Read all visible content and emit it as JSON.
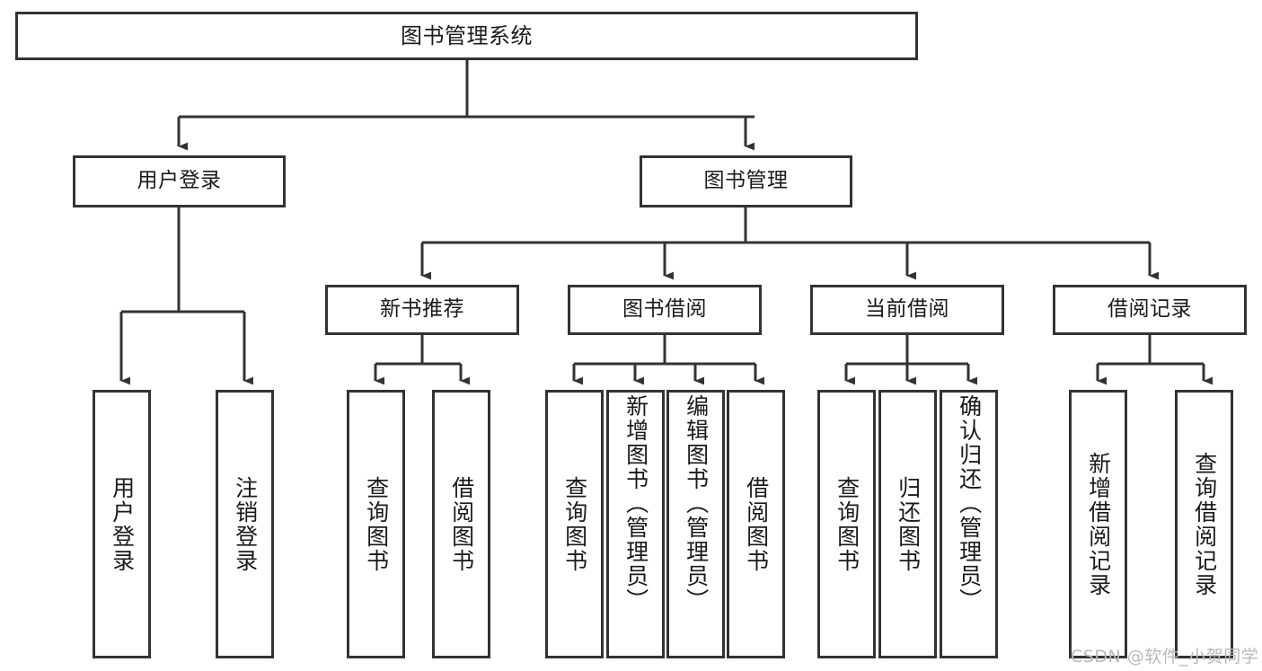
{
  "diagram": {
    "title": "图书管理系统",
    "type": "hierarchy-tree",
    "root": {
      "id": "root",
      "label": "图书管理系统"
    },
    "level2": [
      {
        "id": "user-login",
        "label": "用户登录"
      },
      {
        "id": "book-management",
        "label": "图书管理"
      }
    ],
    "level3": [
      {
        "id": "new-book-recommend",
        "label": "新书推荐",
        "parent": "book-management"
      },
      {
        "id": "book-borrow",
        "label": "图书借阅",
        "parent": "book-management"
      },
      {
        "id": "current-borrow",
        "label": "当前借阅",
        "parent": "book-management"
      },
      {
        "id": "borrow-record",
        "label": "借阅记录",
        "parent": "book-management"
      }
    ],
    "leaves": [
      {
        "id": "leaf-user-login",
        "label": "用户登录",
        "parent": "user-login"
      },
      {
        "id": "leaf-user-logout",
        "label": "注销登录",
        "parent": "user-login"
      },
      {
        "id": "leaf-query-book-1",
        "label": "查询图书",
        "parent": "new-book-recommend"
      },
      {
        "id": "leaf-borrow-book-1",
        "label": "借阅图书",
        "parent": "new-book-recommend"
      },
      {
        "id": "leaf-query-book-2",
        "label": "查询图书",
        "parent": "book-borrow"
      },
      {
        "id": "leaf-add-book",
        "label": "新增图书（管理员）",
        "parent": "book-borrow"
      },
      {
        "id": "leaf-edit-book",
        "label": "编辑图书（管理员）",
        "parent": "book-borrow"
      },
      {
        "id": "leaf-borrow-book-2",
        "label": "借阅图书",
        "parent": "book-borrow"
      },
      {
        "id": "leaf-query-book-3",
        "label": "查询图书",
        "parent": "current-borrow"
      },
      {
        "id": "leaf-return-book",
        "label": "归还图书",
        "parent": "current-borrow"
      },
      {
        "id": "leaf-confirm-return",
        "label": "确认归还（管理员）",
        "parent": "current-borrow"
      },
      {
        "id": "leaf-add-record",
        "label": "新增借阅记录",
        "parent": "borrow-record"
      },
      {
        "id": "leaf-query-record",
        "label": "查询借阅记录",
        "parent": "borrow-record"
      }
    ],
    "colors": {
      "stroke": "#333333",
      "fill": "#ffffff",
      "text": "#1a1a1a",
      "watermark": "#b9b9b9"
    }
  },
  "watermark": {
    "text": "CSDN @软件_小贺同学"
  }
}
